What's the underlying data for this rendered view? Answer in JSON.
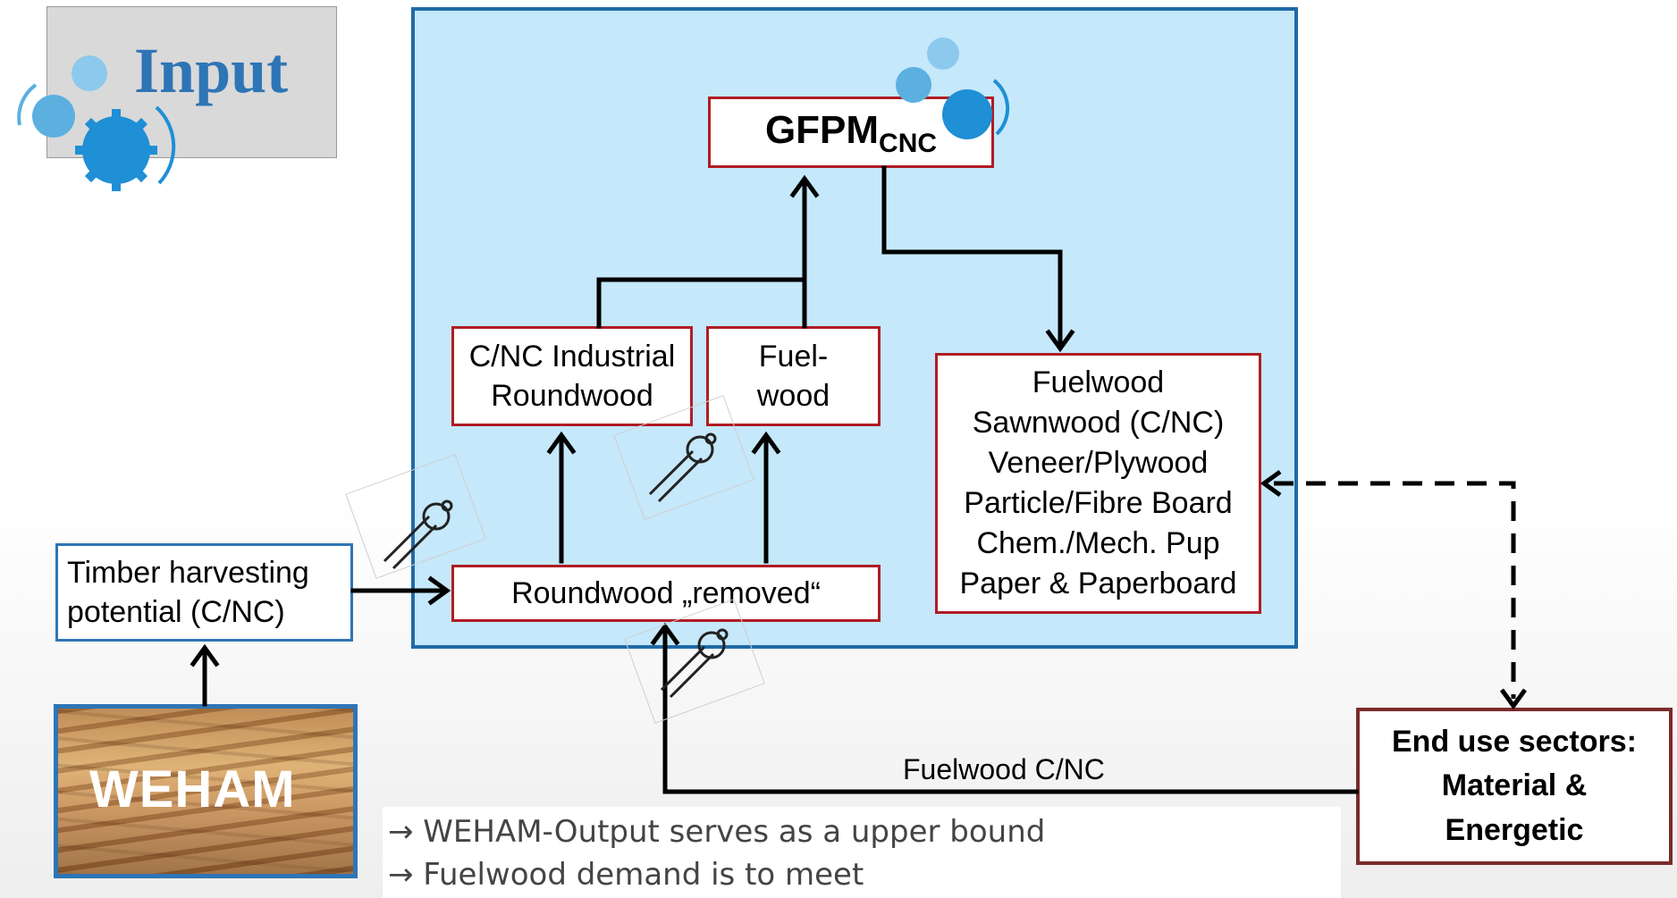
{
  "input": {
    "title": "Input"
  },
  "gfpm": {
    "main": "GFPM",
    "sub": "CNC"
  },
  "industrial_roundwood": {
    "line1": "C/NC Industrial",
    "line2": "Roundwood"
  },
  "fuelwood_box": {
    "line1": "Fuel-",
    "line2": "wood"
  },
  "products": {
    "items": [
      "Fuelwood",
      "Sawnwood (C/NC)",
      "Veneer/Plywood",
      "Particle/Fibre Board",
      "Chem./Mech. Pup",
      "Paper & Paperboard"
    ]
  },
  "roundwood_removed": {
    "label": "Roundwood „removed“"
  },
  "timber": {
    "line1": "Timber harvesting",
    "line2": "potential (C/NC)"
  },
  "weham": {
    "label": "WEHAM"
  },
  "end_use": {
    "line1": "End use sectors:",
    "line2": "Material &",
    "line3": "Energetic"
  },
  "fuelwood_flow": {
    "label": "Fuelwood C/NC"
  },
  "notes": {
    "line1": "→ WEHAM-Output serves as a upper bound",
    "line2": "→ Fuelwood demand is to meet"
  },
  "colors": {
    "panel": "#c5e8fa",
    "panel_border": "#1f6aa8",
    "red_border": "#b01c24",
    "blue_border": "#2e75b6",
    "gear": "#1f8fd6"
  },
  "icons": [
    "gears-icon",
    "wrench-icon"
  ]
}
